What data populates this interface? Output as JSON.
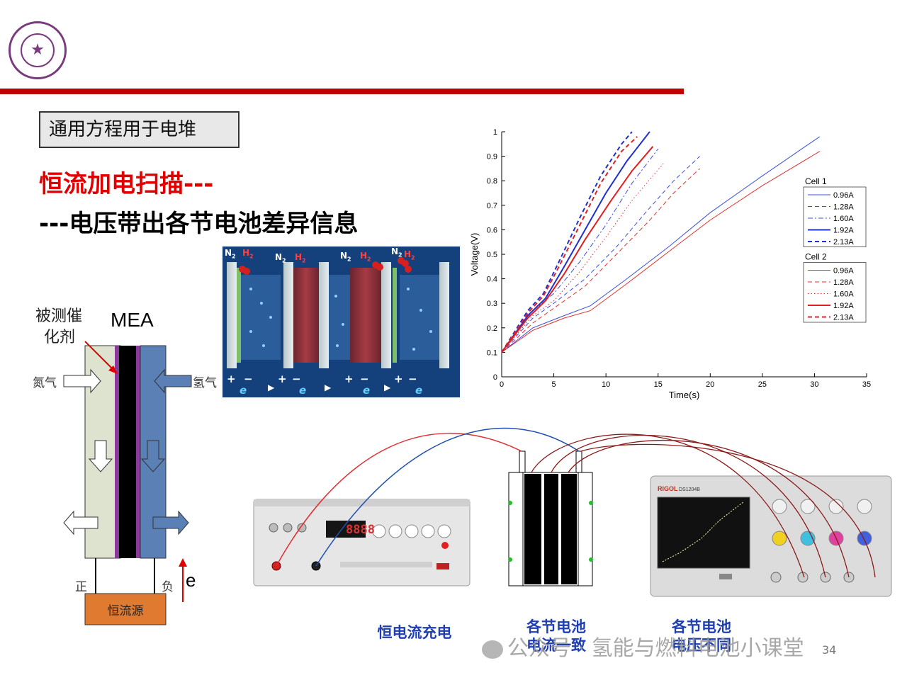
{
  "header": {
    "tag": "通用方程用于电堆",
    "headline_red": "恒流加电扫描---",
    "headline_black": "---电压带出各节电池差异信息"
  },
  "colors": {
    "accent_red": "#c00000",
    "cell1": "#3b4fe0",
    "cell2": "#e03030",
    "cell_blue": "#5b80b5",
    "source_orange": "#e07a30"
  },
  "mea_diagram": {
    "catalyst_label_1": "被测催",
    "catalyst_label_2": "化剂",
    "mea_label": "MEA",
    "left_gas": "氮气",
    "right_gas": "氢气",
    "positive": "正",
    "negative": "负",
    "electron": "e",
    "source": "恒流源"
  },
  "stack_image": {
    "n2": "N",
    "n2_sub": "2",
    "h2": "H",
    "h2_sub": "2",
    "plus": "+",
    "minus": "−",
    "electron": "e"
  },
  "chart_data": {
    "type": "line",
    "xlabel": "Time(s)",
    "ylabel": "Voltage(V)",
    "xlim": [
      0,
      35
    ],
    "ylim": [
      0,
      1
    ],
    "xticks": [
      0,
      5,
      10,
      15,
      20,
      25,
      30,
      35
    ],
    "yticks": [
      0,
      0.1,
      0.2,
      0.3,
      0.4,
      0.5,
      0.6,
      0.7,
      0.8,
      0.9,
      1
    ],
    "legend_groups": [
      {
        "title": "Cell 1",
        "entries": [
          "0.96A",
          "1.28A",
          "1.60A",
          "1.92A",
          "2.13A"
        ]
      },
      {
        "title": "Cell 2",
        "entries": [
          "0.96A",
          "1.28A",
          "1.60A",
          "1.92A",
          "2.13A"
        ]
      }
    ],
    "legend_position": "right",
    "series": [
      {
        "group": "Cell 1",
        "current": "0.96A",
        "color": "#3b4fe0",
        "dash": "solid",
        "width": 1,
        "x": [
          0,
          3,
          6,
          8.5,
          12,
          16,
          20,
          25,
          30.5
        ],
        "y": [
          0.1,
          0.2,
          0.25,
          0.29,
          0.4,
          0.53,
          0.67,
          0.82,
          0.98
        ]
      },
      {
        "group": "Cell 1",
        "current": "1.28A",
        "color": "#3b4fe0",
        "dash": "dashed",
        "width": 1,
        "x": [
          0,
          3,
          5,
          8,
          11,
          14,
          16.5,
          19
        ],
        "y": [
          0.1,
          0.24,
          0.3,
          0.4,
          0.53,
          0.68,
          0.8,
          0.9
        ]
      },
      {
        "group": "Cell 1",
        "current": "1.60A",
        "color": "#3b4fe0",
        "dash": "dashdot",
        "width": 1,
        "x": [
          0,
          3,
          5,
          7.5,
          10,
          12.5,
          15
        ],
        "y": [
          0.1,
          0.27,
          0.34,
          0.47,
          0.62,
          0.79,
          0.93
        ]
      },
      {
        "group": "Cell 1",
        "current": "1.92A",
        "color": "#2030d0",
        "dash": "solid",
        "width": 2,
        "x": [
          0,
          2.5,
          4.2,
          6,
          8,
          10,
          12,
          14.2
        ],
        "y": [
          0.1,
          0.25,
          0.32,
          0.45,
          0.6,
          0.75,
          0.88,
          1.0
        ]
      },
      {
        "group": "Cell 1",
        "current": "2.13A",
        "color": "#2030d0",
        "dash": "dashed",
        "width": 2,
        "x": [
          0,
          2.5,
          4,
          5.5,
          7.5,
          9.5,
          11.5,
          12.5
        ],
        "y": [
          0.1,
          0.27,
          0.34,
          0.47,
          0.65,
          0.82,
          0.95,
          1.0
        ]
      },
      {
        "group": "Cell 2",
        "current": "0.96A",
        "color": "#e03030",
        "dash": "solid",
        "width": 1,
        "x": [
          0,
          3,
          6,
          8.5,
          12,
          16,
          20,
          25,
          30.5
        ],
        "y": [
          0.1,
          0.19,
          0.24,
          0.27,
          0.38,
          0.51,
          0.64,
          0.78,
          0.92
        ]
      },
      {
        "group": "Cell 2",
        "current": "1.28A",
        "color": "#e03030",
        "dash": "dashed",
        "width": 1,
        "x": [
          0,
          3,
          5,
          8,
          11,
          14,
          16.5,
          19
        ],
        "y": [
          0.1,
          0.22,
          0.28,
          0.37,
          0.5,
          0.63,
          0.75,
          0.85
        ]
      },
      {
        "group": "Cell 2",
        "current": "1.60A",
        "color": "#e03030",
        "dash": "dotted",
        "width": 1,
        "x": [
          0,
          3,
          5,
          7.5,
          10,
          12.5,
          15.5
        ],
        "y": [
          0.1,
          0.25,
          0.31,
          0.43,
          0.57,
          0.72,
          0.87
        ]
      },
      {
        "group": "Cell 2",
        "current": "1.92A",
        "color": "#e02020",
        "dash": "solid",
        "width": 2,
        "x": [
          0,
          2.5,
          4.2,
          6,
          8,
          10.5,
          12.5,
          14.5
        ],
        "y": [
          0.1,
          0.24,
          0.31,
          0.42,
          0.56,
          0.72,
          0.84,
          0.94
        ]
      },
      {
        "group": "Cell 2",
        "current": "2.13A",
        "color": "#e02020",
        "dash": "dashed",
        "width": 2,
        "x": [
          0,
          2.5,
          4,
          5.5,
          7.5,
          9.5,
          11.5,
          13
        ],
        "y": [
          0.1,
          0.26,
          0.33,
          0.45,
          0.62,
          0.79,
          0.92,
          0.98
        ]
      }
    ]
  },
  "captions": {
    "charging": "恒电流充电",
    "current_line1": "各节电池",
    "current_line2": "电流一致",
    "voltage_line1": "各节电池",
    "voltage_line2": "电压不同"
  },
  "equipment": {
    "display": "8888",
    "scope_brand": "RIGOL",
    "scope_model": "DS1204B"
  },
  "footer": {
    "watermark": "公众号 · 氢能与燃料电池小课堂",
    "page_number": "34"
  }
}
